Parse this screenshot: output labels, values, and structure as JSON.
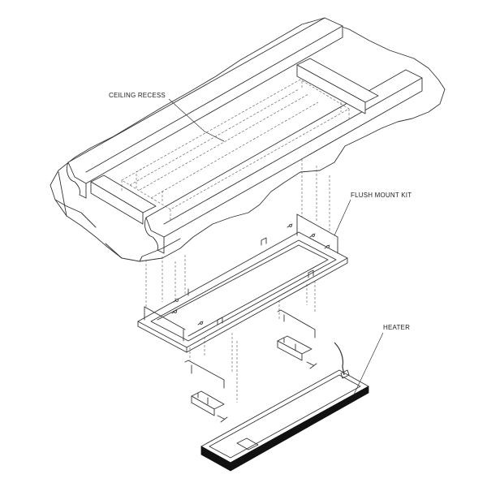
{
  "labels": {
    "ceiling_recess": "CEILING RECESS",
    "flush_mount_kit": "FLUSH MOUNT KIT",
    "heater": "HEATER"
  }
}
